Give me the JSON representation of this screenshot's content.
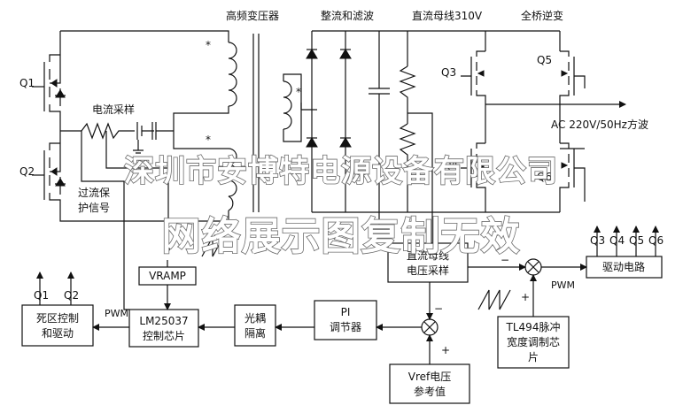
{
  "titles": {
    "transformer": "高频变压器",
    "rectifier": "整流和滤波",
    "dc_bus": "直流母线310V",
    "inverter": "全桥逆变"
  },
  "labels": {
    "q1": "Q1",
    "q2": "Q2",
    "q3": "Q3",
    "q4": "Q4",
    "q5": "Q5",
    "q6": "Q6",
    "current_sampling": "电流采样",
    "overcurrent_line1": "过流保",
    "overcurrent_line2": "护信号",
    "output": "AC 220V/50Hz方波",
    "pwm": "PWM",
    "star": "*"
  },
  "blocks": {
    "vramp": "VRAMP",
    "dc_sample_line1": "直流母线",
    "dc_sample_line2": "电压采样",
    "drive": "驱动电路",
    "deadtime_line1": "死区控制",
    "deadtime_line2": "和驱动",
    "lm_line1": "LM25037",
    "lm_line2": "控制芯片",
    "opto_line1": "光耦",
    "opto_line2": "隔离",
    "pi_line1": "PI",
    "pi_line2": "调节器",
    "tl494_line1": "TL494脉冲",
    "tl494_line2": "宽度调制芯",
    "tl494_line3": "片",
    "vref_line1": "Vref电压",
    "vref_line2": "参考值"
  },
  "drive_outputs": [
    "Q3",
    "Q4",
    "Q5",
    "Q6"
  ],
  "deadtime_outputs": [
    "Q1",
    "Q2"
  ],
  "signs": {
    "minus": "−",
    "plus": "+"
  },
  "watermark": {
    "line1": "深圳市安博特电源设备有限公司",
    "line2": "网络展示图复制无效"
  }
}
